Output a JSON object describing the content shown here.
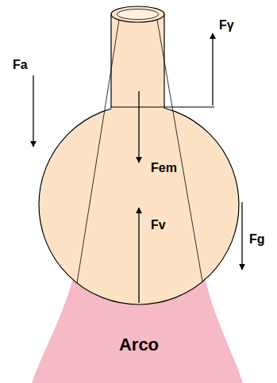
{
  "diagram": {
    "nodes": [
      {
        "text": [
          "Arco"
        ]
      }
    ],
    "labels": [
      "Fa",
      "Fγ",
      "Fem",
      "Fv",
      "Fg"
    ]
  }
}
